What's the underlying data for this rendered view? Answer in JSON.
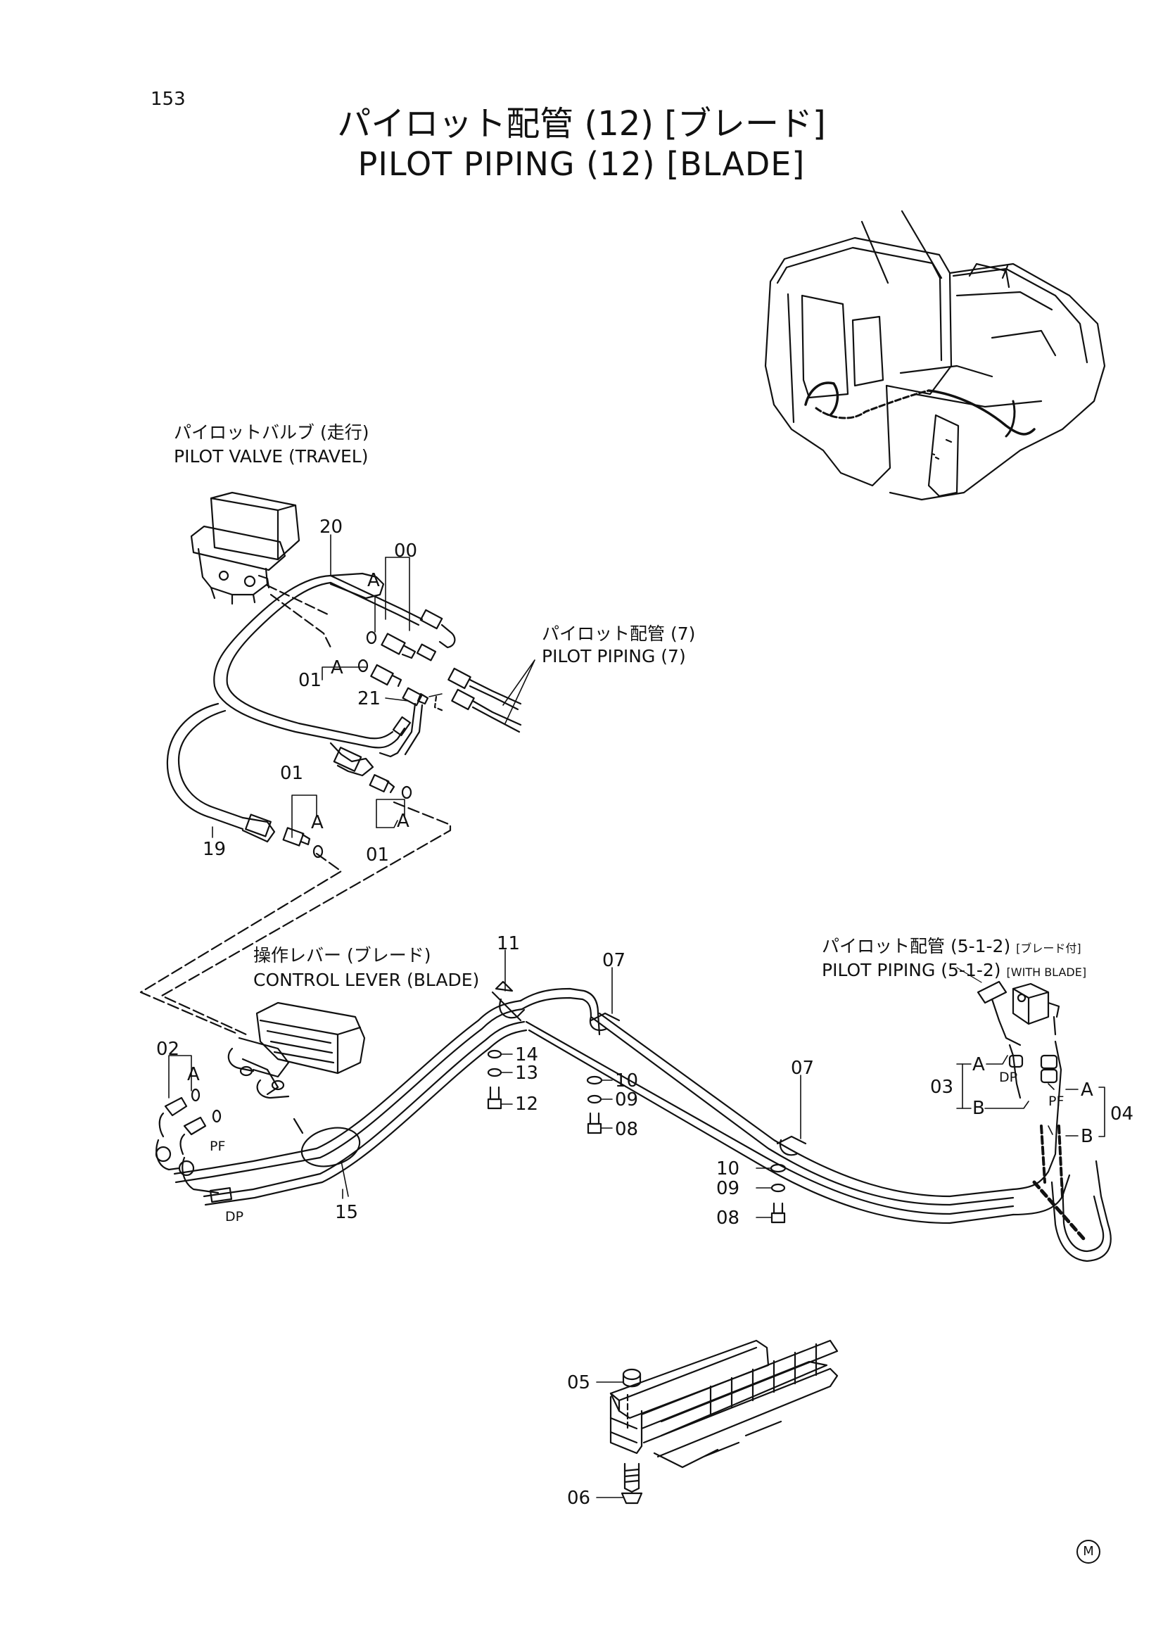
{
  "page_number": "153",
  "title": {
    "jp": "パイロット配管 (12) [ブレード]",
    "en": "PILOT PIPING (12) [BLADE]"
  },
  "labels": {
    "pilot_valve": {
      "jp": "パイロットバルブ (走行)",
      "en": "PILOT VALVE (TRAVEL)"
    },
    "pilot_piping_7": {
      "jp": "パイロット配管 (7)",
      "en": "PILOT PIPING (7)"
    },
    "control_lever": {
      "jp": "操作レバー (ブレード)",
      "en": "CONTROL LEVER (BLADE)"
    },
    "pilot_piping_5": {
      "jp": "パイロット配管 (5-1-2)",
      "jp_suffix": "[ブレード付]",
      "en": "PILOT PIPING (5-1-2)",
      "en_suffix": "[WITH BLADE]"
    }
  },
  "callouts": {
    "p00": "00",
    "p20": "20",
    "p21": "21",
    "p19": "19",
    "p01a": "01",
    "p01b": "01",
    "p01c": "01",
    "a1": "A",
    "a2": "A",
    "a3": "A",
    "a4": "A",
    "p02": "02",
    "a5": "A",
    "pf1": "PF",
    "dp1": "DP",
    "p15": "15",
    "p11": "11",
    "p14": "14",
    "p13": "13",
    "p12": "12",
    "p07a": "07",
    "p10a": "10",
    "p09a": "09",
    "p08a": "08",
    "p07b": "07",
    "p10b": "10",
    "p09b": "09",
    "p08b": "08",
    "p03": "03",
    "a6": "A",
    "b1": "B",
    "dp2": "DP",
    "p04": "04",
    "a7": "A",
    "b2": "B",
    "pf2": "PF",
    "p05": "05",
    "p06": "06"
  },
  "mark": "M"
}
